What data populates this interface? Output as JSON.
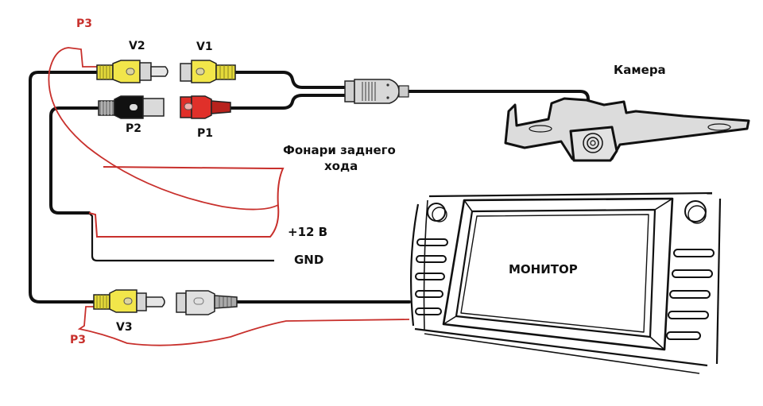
{
  "diagram": {
    "type": "wiring-diagram",
    "labels": {
      "p3_top": "P3",
      "v2": "V2",
      "v1": "V1",
      "p2": "P2",
      "p1": "P1",
      "camera": "Камера",
      "reverse_lights_line1": "Фонари заднего",
      "reverse_lights_line2": "хода",
      "plus12": "+12 В",
      "gnd": "GND",
      "monitor": "МОНИТОР",
      "v3": "V3",
      "p3_bottom": "P3"
    },
    "connectors": [
      {
        "id": "V2",
        "kind": "RCA male",
        "color": "yellow"
      },
      {
        "id": "V1",
        "kind": "RCA female",
        "color": "yellow"
      },
      {
        "id": "P2",
        "kind": "RCA female",
        "color": "black"
      },
      {
        "id": "P1",
        "kind": "RCA male",
        "color": "red"
      },
      {
        "id": "V3",
        "kind": "RCA male",
        "color": "yellow"
      },
      {
        "id": "monitor-in",
        "kind": "RCA female",
        "color": "gray"
      }
    ],
    "colors": {
      "wire": "#111111",
      "red_wire": "#c8302c",
      "yellow": "#f2e64a",
      "red_plug": "#e0302a",
      "gray": "#d6d6d6",
      "body": "#e2e2e2"
    }
  }
}
